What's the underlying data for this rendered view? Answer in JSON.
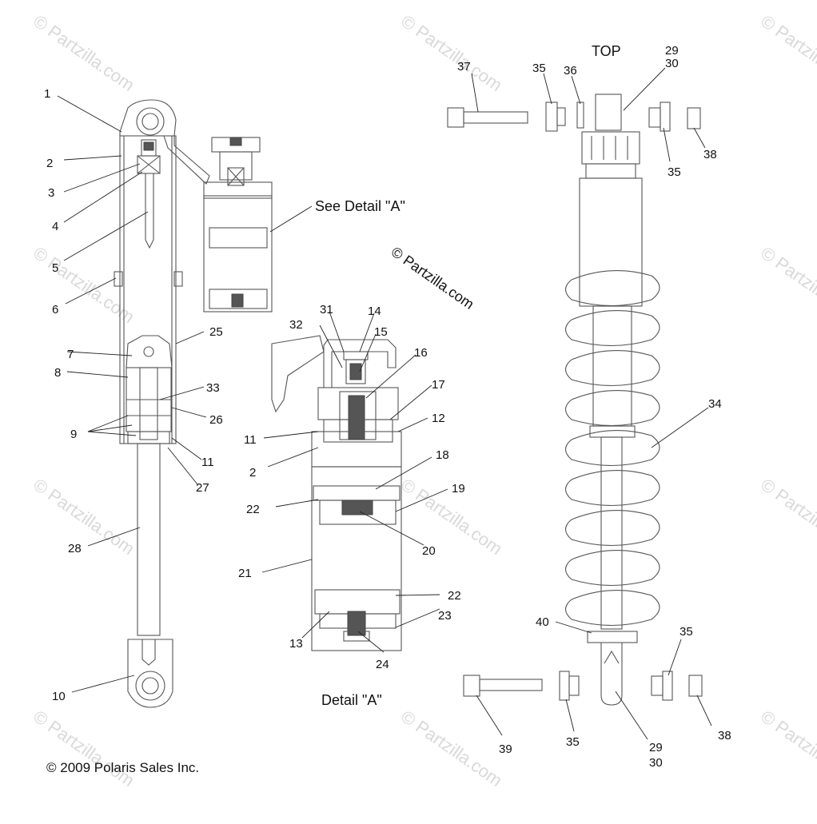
{
  "copyright": "© 2009 Polaris Sales Inc.",
  "watermark": "© Partzilla.com",
  "watermark_tile": "© Partzilla.com",
  "see_detail": "See Detail \"A\"",
  "detail_title": "Detail \"A\"",
  "top_label": "TOP",
  "callouts": {
    "c1": "1",
    "c2": "2",
    "c3": "3",
    "c4": "4",
    "c5": "5",
    "c6": "6",
    "c7": "7",
    "c8": "8",
    "c9": "9",
    "c10": "10",
    "c11a": "11",
    "c11b": "11",
    "c2b": "2",
    "c12": "12",
    "c13": "13",
    "c14": "14",
    "c15": "15",
    "c16": "16",
    "c17": "17",
    "c18": "18",
    "c19": "19",
    "c20": "20",
    "c21": "21",
    "c22a": "22",
    "c22b": "22",
    "c23": "23",
    "c24": "24",
    "c25": "25",
    "c26": "26",
    "c27": "27",
    "c28": "28",
    "c29a": "29",
    "c30a": "30",
    "c29b": "29",
    "c30b": "30",
    "c31": "31",
    "c32": "32",
    "c33": "33",
    "c34": "34",
    "c35a": "35",
    "c35b": "35",
    "c35c": "35",
    "c35d": "35",
    "c36": "36",
    "c37": "37",
    "c38a": "38",
    "c38b": "38",
    "c39": "39",
    "c40": "40"
  }
}
